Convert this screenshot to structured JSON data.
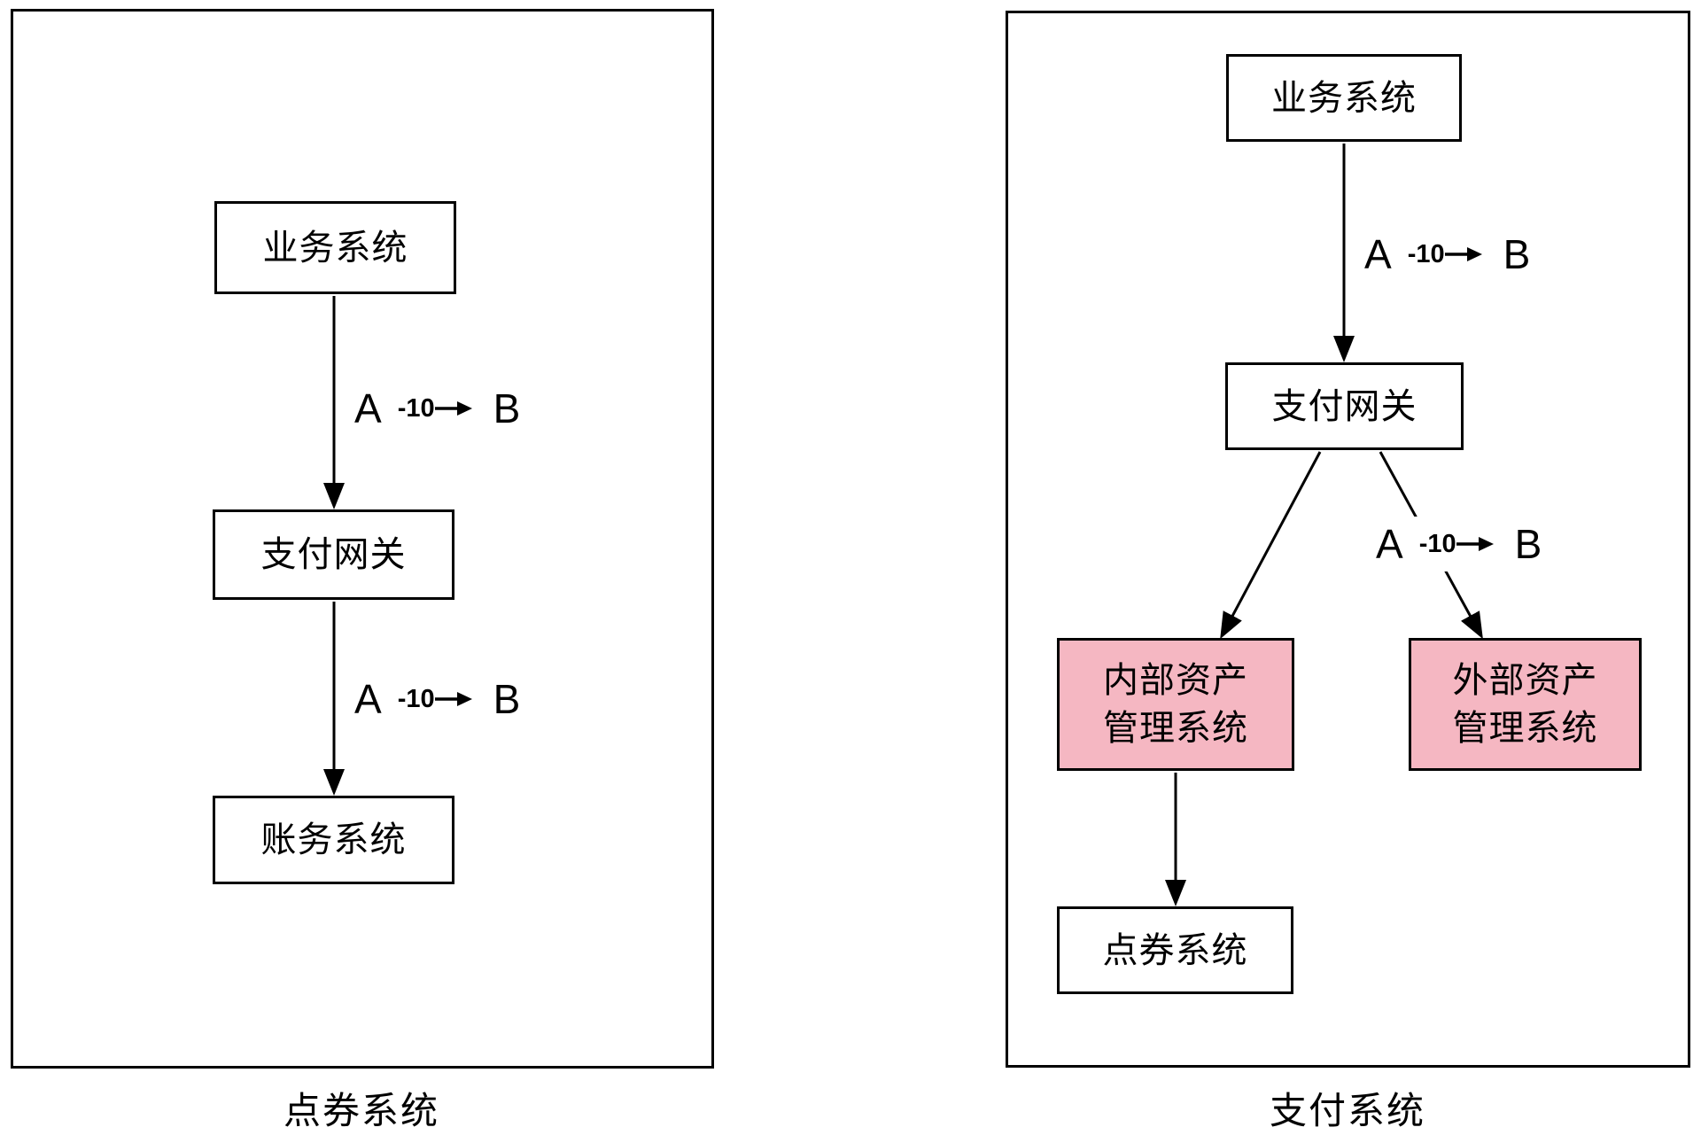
{
  "colors": {
    "background": "#ffffff",
    "node_fill": "#ffffff",
    "highlight_fill": "#f5b7c2",
    "line": "#000000"
  },
  "left_diagram": {
    "caption": "点券系统",
    "nodes": {
      "business": "业务系统",
      "gateway": "支付网关",
      "accounting": "账务系统"
    },
    "edges": [
      {
        "a": "A",
        "amount": "-10",
        "b": "B"
      },
      {
        "a": "A",
        "amount": "-10",
        "b": "B"
      }
    ]
  },
  "right_diagram": {
    "caption": "支付系统",
    "nodes": {
      "business": "业务系统",
      "gateway": "支付网关",
      "internal_asset_line1": "内部资产",
      "internal_asset_line2": "管理系统",
      "external_asset_line1": "外部资产",
      "external_asset_line2": "管理系统",
      "points": "点券系统"
    },
    "edges": [
      {
        "a": "A",
        "amount": "-10",
        "b": "B"
      },
      {
        "a": "A",
        "amount": "-10",
        "b": "B"
      }
    ]
  }
}
